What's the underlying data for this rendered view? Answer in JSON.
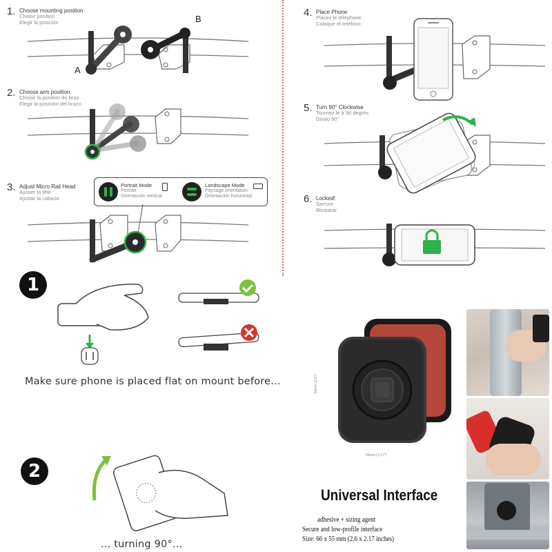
{
  "steps": [
    {
      "num": "1.",
      "title": "Choose mounting position",
      "sub1": "Choisir position",
      "sub2": "Elegir la posición",
      "labels": [
        "A",
        "B"
      ]
    },
    {
      "num": "2.",
      "title": "Choose arm position",
      "sub1": "Choisir la position du bras",
      "sub2": "Elegir la posición del brazo"
    },
    {
      "num": "3.",
      "title": "Adjust Micro Rail Head",
      "sub1": "Ajuster la tête",
      "sub2": "Ajustar la cabeza"
    },
    {
      "num": "4.",
      "title": "Place Phone",
      "sub1": "Placez le téléphone",
      "sub2": "Coloque el teléfono"
    },
    {
      "num": "5.",
      "title": "Turn 90° Clockwise",
      "sub1": "Tournez le à 90 degrés",
      "sub2": "Giralo 90°"
    },
    {
      "num": "6.",
      "title": "Locked!",
      "sub1": "Sarrure",
      "sub2": "Bloquear"
    }
  ],
  "modes": {
    "portrait": {
      "title": "Portrait Mode",
      "sub1": "Portrait",
      "sub2": "Orientación vertical"
    },
    "landscape": {
      "title": "Landscape Mode",
      "sub1": "Paysage orientation",
      "sub2": "Orientación horizontal"
    }
  },
  "instructions": {
    "badge1": "1",
    "caption1": "Make sure phone is placed flat on mount before...",
    "badge2": "2",
    "caption2": "... turning 90°..."
  },
  "product": {
    "title": "Universal Interface",
    "line1": "adhesive + sizing agent",
    "line2": "Secure and low-profile interface",
    "line3": "Size: 66 x 55 mm (2.6 x 2.17 inches)",
    "dim_width": "55mm (2.17\")",
    "dim_height": "66mm (2.6\")"
  },
  "colors": {
    "accent_green": "#2db34a",
    "divider": "#e06a6a",
    "adhesive_red": "#b5473a",
    "error_red": "#d8322f"
  },
  "icons": [
    "checkmark-icon",
    "cross-icon",
    "lock-icon",
    "rotate-arrow-icon"
  ]
}
